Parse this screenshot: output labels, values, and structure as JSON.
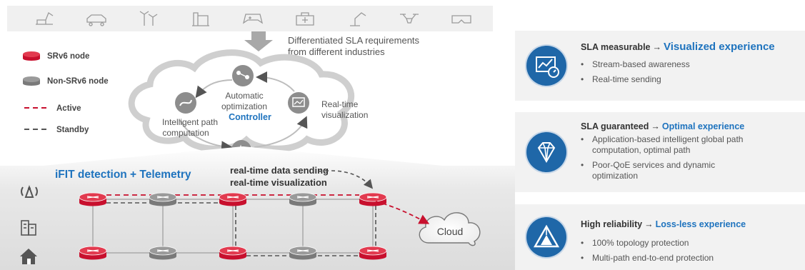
{
  "sla_note": [
    "Differentiated SLA requirements",
    "from different industries"
  ],
  "industry_icons": [
    "excavator-icon",
    "car-icon",
    "wind-turbine-icon",
    "factory-icon",
    "gamepad-icon",
    "medical-kit-icon",
    "robot-arm-icon",
    "drone-icon",
    "vr-headset-icon"
  ],
  "legend": {
    "srv6": "SRv6 node",
    "non_srv6": "Non-SRv6 node",
    "active": "Active",
    "standby": "Standby"
  },
  "controller": {
    "label": "Controller",
    "automatic": [
      "Automatic",
      "optimization"
    ],
    "intelligent": [
      "Intelligent path",
      "computation"
    ],
    "realtime": [
      "Real-time",
      "visualization"
    ]
  },
  "ifit_label": "iFIT detection + Telemetry",
  "realtime_data": [
    "real-time data sending",
    "real-time visualization"
  ],
  "cloud_label": "Cloud",
  "left_icons": [
    "antenna-icon",
    "building-icon",
    "home-icon"
  ],
  "colors": {
    "accent_blue": "#1e73be",
    "red": "#c8102e",
    "dark_blue": "#1f67a8"
  },
  "panels": [
    {
      "prefix": "SLA measurable",
      "arrow": "→",
      "emph": "Visualized experience",
      "bullets": [
        "Stream-based awareness",
        "Real-time sending"
      ],
      "icon": "monitor-chart-icon"
    },
    {
      "prefix": "SLA guaranteed",
      "arrow": "→",
      "emph": "Optimal experience",
      "bullets": [
        "Application-based intelligent global path computation, optimal path",
        "Poor-QoE services and dynamic optimization"
      ],
      "icon": "diamond-icon"
    },
    {
      "prefix": "High reliability",
      "arrow": "→",
      "emph": "Loss-less experience",
      "bullets": [
        "100% topology protection",
        "Multi-path end-to-end protection"
      ],
      "icon": "triangle-reliability-icon"
    }
  ]
}
